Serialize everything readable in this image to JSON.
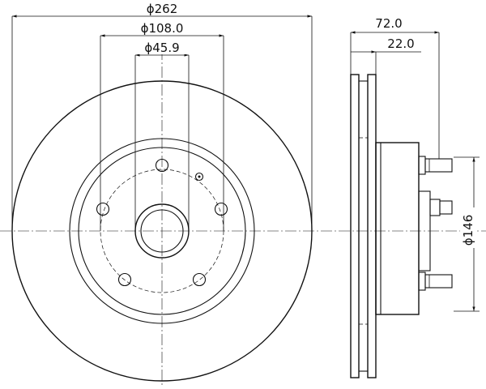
{
  "dimensions": {
    "outer_diameter": "ϕ262",
    "pcd_diameter": "ϕ108.0",
    "center_bore_diameter": "ϕ45.9",
    "overall_height": "72.0",
    "disc_thickness": "22.0",
    "hub_diameter": "ϕ146"
  }
}
